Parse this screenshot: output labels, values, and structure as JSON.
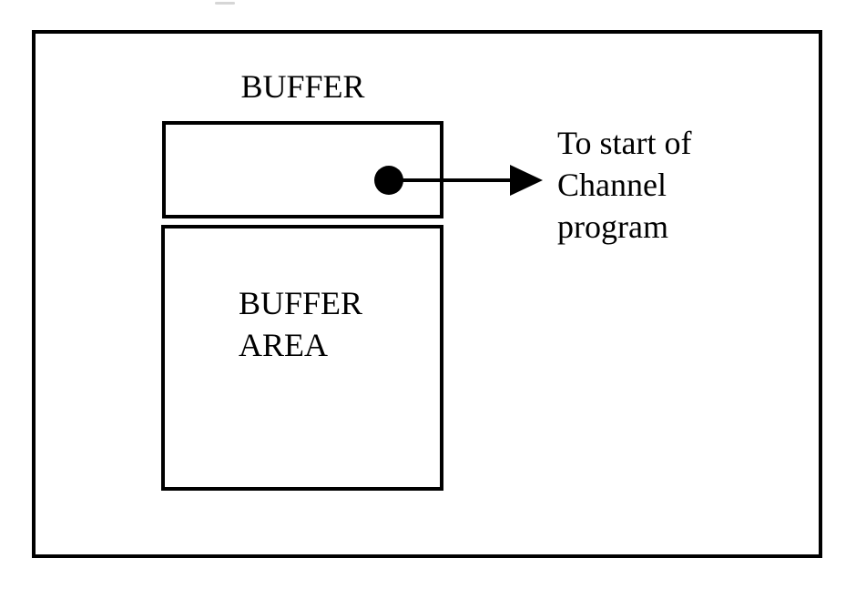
{
  "colors": {
    "ink": "#000000",
    "background": "#ffffff",
    "artifact": "#cccccc"
  },
  "diagram": {
    "buffer_label": "BUFFER",
    "buffer_area_label": {
      "line1": "BUFFER",
      "line2": "AREA"
    },
    "annotation": {
      "lines": [
        "To start of",
        "Channel",
        "program"
      ]
    }
  }
}
